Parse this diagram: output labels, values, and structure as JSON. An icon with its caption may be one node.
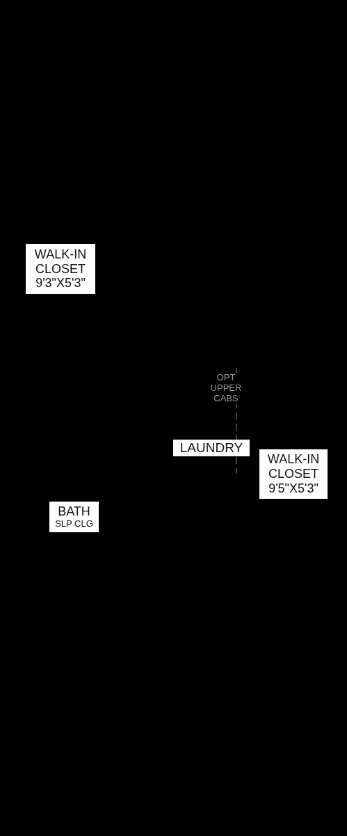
{
  "diagram": {
    "labels": [
      "WALK-IN CLOSET",
      "9'3\"X5'3\"",
      "OPT UPPER CABS",
      "LAUNDRY",
      "WALK-IN CLOSET",
      "9'5\"X5'3\"",
      "BATH",
      "SLP CLG"
    ]
  }
}
